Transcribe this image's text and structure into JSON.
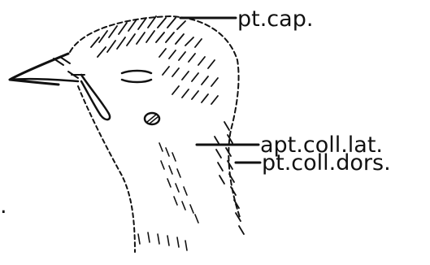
{
  "figure": {
    "labels": {
      "pt_cap": "pt.cap.",
      "apt_coll_lat": "apt.coll.lat.",
      "pt_coll_dors": "pt.coll.dors.",
      "edge_mark": "."
    },
    "ink_color": "#111111",
    "background_color": "#ffffff"
  }
}
